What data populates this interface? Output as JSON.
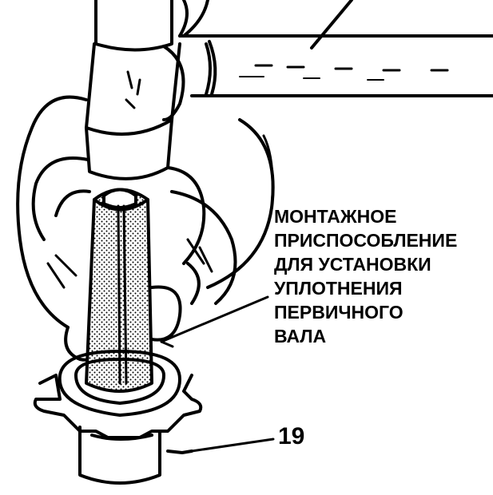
{
  "callout_lines": [
    "МОНТАЖНОЕ",
    "ПРИСПОСОБЛЕНИЕ",
    "ДЛЯ УСТАНОВКИ",
    "УПЛОТНЕНИЯ",
    "ПЕРВИЧНОГО",
    "ВАЛА"
  ],
  "part_number": "19",
  "colors": {
    "ink": "#000000",
    "paper": "#ffffff"
  }
}
